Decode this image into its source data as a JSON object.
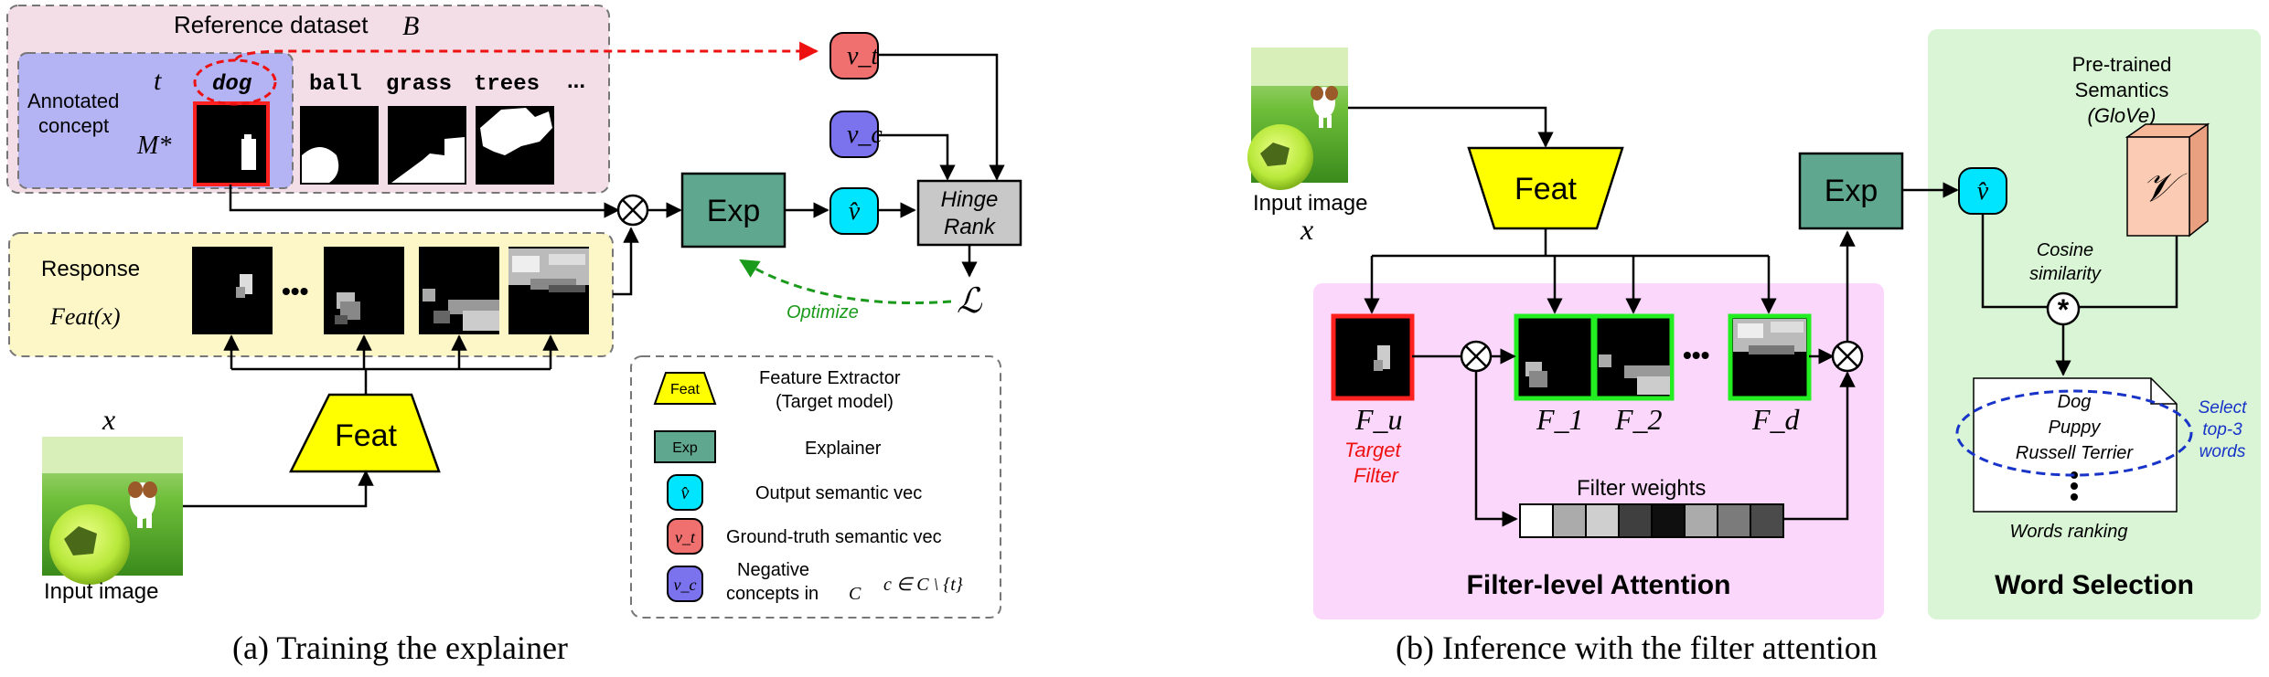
{
  "panel_a": {
    "reference_dataset": "Reference dataset",
    "reference_symbol": "B",
    "annotated_concept": [
      "Annotated",
      "concept"
    ],
    "t_symbol": "t",
    "mask_symbol": "M*",
    "concepts": [
      "dog",
      "ball",
      "grass",
      "trees",
      "..."
    ],
    "response": "Response",
    "feat_x": "Feat(x)",
    "ellipsis": "•••",
    "exp": "Exp",
    "v_hat": "v̂",
    "v_t": "v_t",
    "v_c": "v_c",
    "hinge_rank": [
      "Hinge",
      "Rank"
    ],
    "loss": "ℒ",
    "optimize": "Optimize",
    "feat": "Feat",
    "x_symbol": "x",
    "input_image": "Input image",
    "legend": {
      "feat_chip": "Feat",
      "feat_text": [
        "Feature Extractor",
        "(Target model)"
      ],
      "exp_chip": "Exp",
      "exp_text": "Explainer",
      "vhat_chip": "v̂",
      "vhat_text": "Output semantic vec",
      "vt_chip": "v_t",
      "vt_text": "Ground-truth semantic vec",
      "vc_chip": "v_c",
      "vc_text": [
        "Negative",
        "concepts in"
      ],
      "vc_set": "C",
      "vc_formula": "c ∈ C \\ {t}"
    },
    "caption": "(a) Training the explainer"
  },
  "panel_b": {
    "input_image": "Input image",
    "x_symbol": "x",
    "feat": "Feat",
    "exp": "Exp",
    "v_hat": "v̂",
    "pretrained": [
      "Pre-trained",
      "Semantics",
      "(GloVe)"
    ],
    "vocab_symbol": "𝒱",
    "cosine": [
      "Cosine",
      "similarity"
    ],
    "filters": [
      "F_u",
      "F_1",
      "F_2",
      "F_d"
    ],
    "target_filter": [
      "Target",
      "Filter"
    ],
    "ellipsis": "•••",
    "filter_weights": "Filter weights",
    "weights": [
      0.0,
      0.35,
      0.2,
      0.8,
      1.0,
      0.35,
      0.55,
      0.75
    ],
    "filter_attention": "Filter-level Attention",
    "words": [
      "Dog",
      "Puppy",
      "Russell Terrier"
    ],
    "select": [
      "Select",
      "top-3",
      "words"
    ],
    "words_ranking": "Words ranking",
    "word_selection": "Word Selection",
    "caption": "(b) Inference with the filter attention"
  },
  "colors": {
    "feat": "#ffff00",
    "exp": "#5fa88f",
    "vhat": "#00e5ff",
    "vt": "#f07070",
    "vc": "#7b72ee",
    "hinge": "#c8c8c8",
    "reference_bg": "#f3dde6",
    "annotated_bg": "#b4b4f5",
    "response_bg": "#fdf7c7",
    "attention_bg": "#fbd8fb",
    "word_bg": "#d9f5d5",
    "target_border": "#ff2020",
    "filter_border": "#22ee22",
    "optimize": "#1a9a1a",
    "select": "#1733c8",
    "dashed_red": "#ee1111"
  }
}
